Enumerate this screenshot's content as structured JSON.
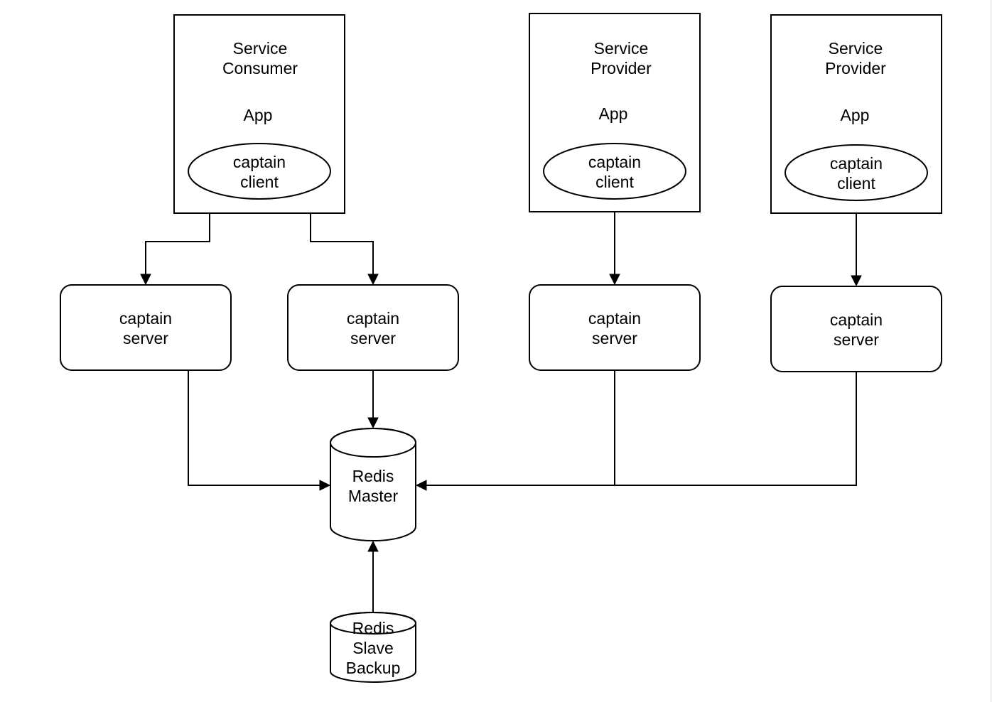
{
  "colors": {
    "stroke": "#000000",
    "fill": "#ffffff",
    "background": "#ffffff"
  },
  "consumer_app": {
    "title_line1": "Service",
    "title_line2": "Consumer",
    "subtitle": "App",
    "client_line1": "captain",
    "client_line2": "client"
  },
  "provider_app_1": {
    "title_line1": "Service",
    "title_line2": "Provider",
    "subtitle": "App",
    "client_line1": "captain",
    "client_line2": "client"
  },
  "provider_app_2": {
    "title_line1": "Service",
    "title_line2": "Provider",
    "subtitle": "App",
    "client_line1": "captain",
    "client_line2": "client"
  },
  "servers": [
    {
      "line1": "captain",
      "line2": "server"
    },
    {
      "line1": "captain",
      "line2": "server"
    },
    {
      "line1": "captain",
      "line2": "server"
    },
    {
      "line1": "captain",
      "line2": "server"
    }
  ],
  "redis_master": {
    "line1": "Redis",
    "line2": "Master"
  },
  "redis_slave": {
    "line1": "Redis",
    "line2": "Slave",
    "line3": "Backup"
  }
}
